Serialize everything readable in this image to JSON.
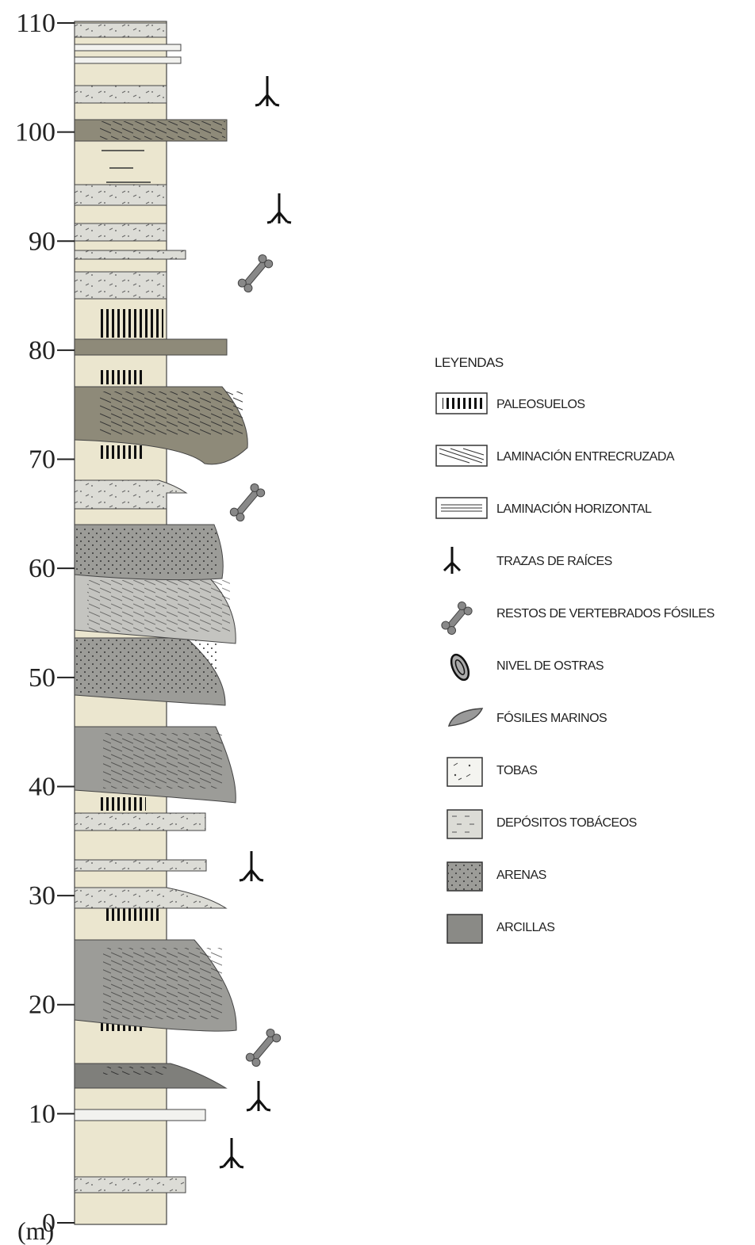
{
  "axis": {
    "ticks": [
      "0",
      "10",
      "20",
      "30",
      "40",
      "50",
      "60",
      "70",
      "80",
      "90",
      "100",
      "110"
    ],
    "unit": "(m)"
  },
  "legend": {
    "title": "LEYENDAS",
    "items": [
      {
        "key": "paleosuelos",
        "label": "PALEOSUELOS"
      },
      {
        "key": "laminacion-entrecruzada",
        "label": "LAMINACIÓN ENTRECRUZADA"
      },
      {
        "key": "laminacion-horizontal",
        "label": "LAMINACIÓN HORIZONTAL"
      },
      {
        "key": "trazas-raices",
        "label": "TRAZAS DE RAÍCES"
      },
      {
        "key": "restos-vertebrados",
        "label": "RESTOS DE VERTEBRADOS FÓSILES"
      },
      {
        "key": "nivel-ostras",
        "label": "NIVEL DE OSTRAS"
      },
      {
        "key": "fosiles-marinos",
        "label": "FÓSILES MARINOS"
      },
      {
        "key": "tobas",
        "label": "TOBAS"
      },
      {
        "key": "depositos-tobaceos",
        "label": "DEPÓSITOS TOBÁCEOS"
      },
      {
        "key": "arenas",
        "label": "ARENAS"
      },
      {
        "key": "arcillas",
        "label": "ARCILLAS"
      }
    ]
  },
  "colors": {
    "base": "#ebe6cf",
    "tuff": "#dcdcd6",
    "sand": "#9c9c98",
    "sand_light": "#c4c4c0",
    "clay": "#7f7f7b",
    "dark_band": "#8e8a79",
    "outline": "#444444"
  },
  "section_icons": [
    {
      "type": "root-icon",
      "at_m": 101
    },
    {
      "type": "root-icon",
      "at_m": 90
    },
    {
      "type": "bone-icon",
      "at_m": 86
    },
    {
      "type": "bone-icon",
      "at_m": 64
    },
    {
      "type": "root-icon",
      "at_m": 30
    },
    {
      "type": "bone-icon",
      "at_m": 14
    },
    {
      "type": "root-icon",
      "at_m": 8
    },
    {
      "type": "root-icon",
      "at_m": 2
    }
  ]
}
